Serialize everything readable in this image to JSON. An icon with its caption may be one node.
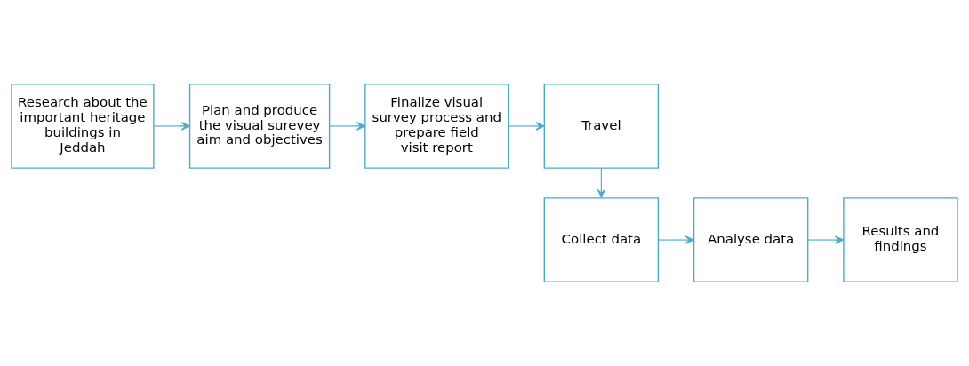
{
  "diagram": {
    "nodes": [
      {
        "text": [
          "Research about the important heritage buildings in Jeddah"
        ]
      },
      {
        "text": [
          "Plan and produce the visual surevey aim and objectives"
        ]
      },
      {
        "text": [
          "Finalize visual survey process and prepare field visit report"
        ]
      },
      {
        "text": [
          "Travel"
        ]
      },
      {
        "text": [
          "Collect data"
        ]
      },
      {
        "text": [
          "Analyse data"
        ]
      },
      {
        "text": [
          "Results and findings"
        ]
      }
    ],
    "edges": [
      {
        "from": 0,
        "to": 1,
        "arrow": "to"
      },
      {
        "from": 1,
        "to": 2,
        "arrow": "to"
      },
      {
        "from": 2,
        "to": 3,
        "arrow": "to"
      },
      {
        "from": 3,
        "to": 4,
        "arrow": "to"
      },
      {
        "from": 4,
        "to": 5,
        "arrow": "to"
      },
      {
        "from": 5,
        "to": 6,
        "arrow": "to"
      }
    ]
  }
}
